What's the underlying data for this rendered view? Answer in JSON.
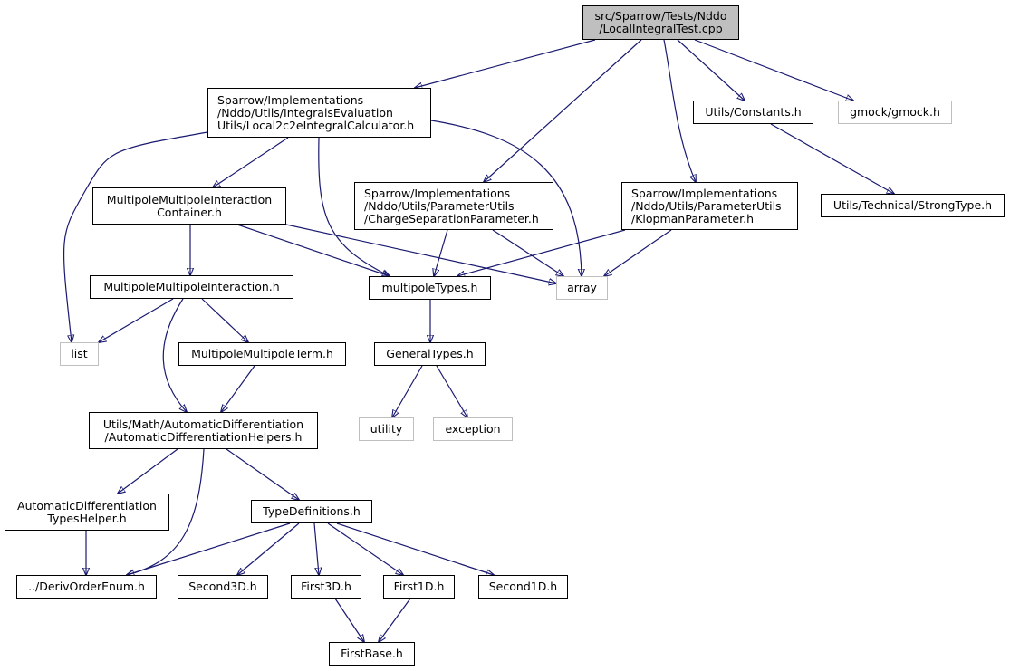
{
  "colors": {
    "edge": "#191970",
    "border": "#000000",
    "external_border": "#bfbfbf",
    "root_fill": "#bfbfbf"
  },
  "nodes": [
    {
      "id": "root",
      "lines": [
        "src/Sparrow/Tests/Nddo",
        "/LocalIntegralTest.cpp"
      ],
      "kind": "root"
    },
    {
      "id": "local2c2e",
      "lines": [
        "Sparrow/Implementations",
        "/Nddo/Utils/IntegralsEvaluation",
        "Utils/Local2c2eIntegralCalculator.h"
      ],
      "kind": "file"
    },
    {
      "id": "constants",
      "lines": [
        "Utils/Constants.h"
      ],
      "kind": "file"
    },
    {
      "id": "gmock",
      "lines": [
        "gmock/gmock.h"
      ],
      "kind": "external"
    },
    {
      "id": "mmicontainer",
      "lines": [
        "MultipoleMultipoleInteraction",
        "Container.h"
      ],
      "kind": "file"
    },
    {
      "id": "chargesep",
      "lines": [
        "Sparrow/Implementations",
        "/Nddo/Utils/ParameterUtils",
        "/ChargeSeparationParameter.h"
      ],
      "kind": "file"
    },
    {
      "id": "klopman",
      "lines": [
        "Sparrow/Implementations",
        "/Nddo/Utils/ParameterUtils",
        "/KlopmanParameter.h"
      ],
      "kind": "file"
    },
    {
      "id": "strongtype",
      "lines": [
        "Utils/Technical/StrongType.h"
      ],
      "kind": "file"
    },
    {
      "id": "mmi",
      "lines": [
        "MultipoleMultipoleInteraction.h"
      ],
      "kind": "file"
    },
    {
      "id": "multipoletypes",
      "lines": [
        "multipoleTypes.h"
      ],
      "kind": "file"
    },
    {
      "id": "array",
      "lines": [
        "array"
      ],
      "kind": "external"
    },
    {
      "id": "list",
      "lines": [
        "list"
      ],
      "kind": "external"
    },
    {
      "id": "mmterm",
      "lines": [
        "MultipoleMultipoleTerm.h"
      ],
      "kind": "file"
    },
    {
      "id": "generaltypes",
      "lines": [
        "GeneralTypes.h"
      ],
      "kind": "file"
    },
    {
      "id": "adhelpers",
      "lines": [
        "Utils/Math/AutomaticDifferentiation",
        "/AutomaticDifferentiationHelpers.h"
      ],
      "kind": "file"
    },
    {
      "id": "utility",
      "lines": [
        "utility"
      ],
      "kind": "external"
    },
    {
      "id": "exception",
      "lines": [
        "exception"
      ],
      "kind": "external"
    },
    {
      "id": "adtypeshelper",
      "lines": [
        "AutomaticDifferentiation",
        "TypesHelper.h"
      ],
      "kind": "file"
    },
    {
      "id": "typedefs",
      "lines": [
        "TypeDefinitions.h"
      ],
      "kind": "file"
    },
    {
      "id": "derivorder",
      "lines": [
        "../DerivOrderEnum.h"
      ],
      "kind": "file"
    },
    {
      "id": "second3d",
      "lines": [
        "Second3D.h"
      ],
      "kind": "file"
    },
    {
      "id": "first3d",
      "lines": [
        "First3D.h"
      ],
      "kind": "file"
    },
    {
      "id": "first1d",
      "lines": [
        "First1D.h"
      ],
      "kind": "file"
    },
    {
      "id": "second1d",
      "lines": [
        "Second1D.h"
      ],
      "kind": "file"
    },
    {
      "id": "firstbase",
      "lines": [
        "FirstBase.h"
      ],
      "kind": "file"
    }
  ],
  "edges": [
    [
      "root",
      "local2c2e"
    ],
    [
      "root",
      "chargesep"
    ],
    [
      "root",
      "klopman"
    ],
    [
      "root",
      "constants"
    ],
    [
      "root",
      "gmock"
    ],
    [
      "local2c2e",
      "list"
    ],
    [
      "local2c2e",
      "mmicontainer"
    ],
    [
      "local2c2e",
      "multipoletypes"
    ],
    [
      "local2c2e",
      "array"
    ],
    [
      "mmicontainer",
      "mmi"
    ],
    [
      "mmicontainer",
      "multipoletypes"
    ],
    [
      "mmicontainer",
      "array"
    ],
    [
      "chargesep",
      "multipoletypes"
    ],
    [
      "chargesep",
      "array"
    ],
    [
      "klopman",
      "multipoletypes"
    ],
    [
      "klopman",
      "array"
    ],
    [
      "constants",
      "strongtype"
    ],
    [
      "mmi",
      "list"
    ],
    [
      "mmi",
      "adhelpers"
    ],
    [
      "mmi",
      "mmterm"
    ],
    [
      "multipoletypes",
      "generaltypes"
    ],
    [
      "generaltypes",
      "utility"
    ],
    [
      "generaltypes",
      "exception"
    ],
    [
      "mmterm",
      "adhelpers"
    ],
    [
      "adhelpers",
      "adtypeshelper"
    ],
    [
      "adhelpers",
      "derivorder"
    ],
    [
      "adhelpers",
      "typedefs"
    ],
    [
      "adtypeshelper",
      "derivorder"
    ],
    [
      "typedefs",
      "derivorder"
    ],
    [
      "typedefs",
      "second3d"
    ],
    [
      "typedefs",
      "first3d"
    ],
    [
      "typedefs",
      "first1d"
    ],
    [
      "typedefs",
      "second1d"
    ],
    [
      "first3d",
      "firstbase"
    ],
    [
      "first1d",
      "firstbase"
    ]
  ]
}
